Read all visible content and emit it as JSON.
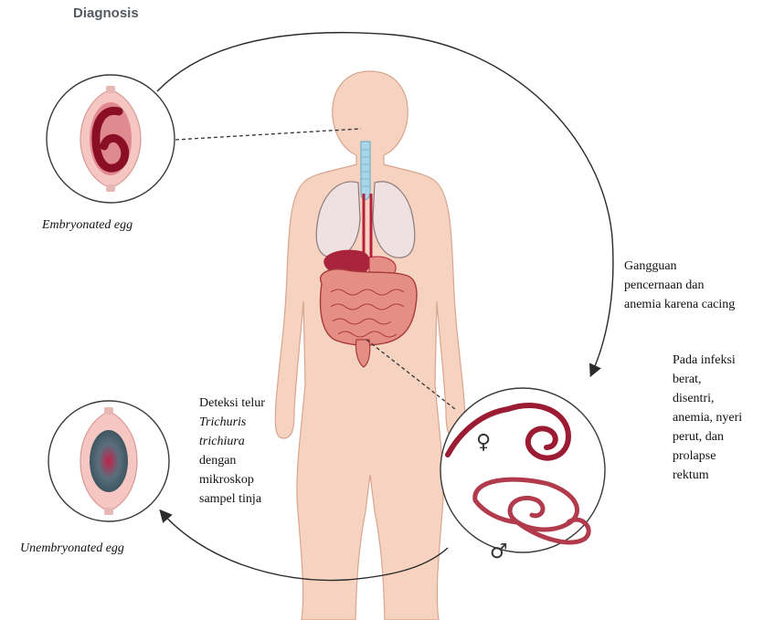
{
  "heading": "Diagnosis",
  "labels": {
    "embryonated_egg": "Embryonated egg",
    "unembryonated_egg": "Unembryonated egg",
    "symptoms": [
      "Gangguan",
      "pencernaan dan",
      "anemia karena cacing"
    ],
    "severe": [
      "Pada infeksi",
      "berat,",
      "disentri,",
      "anemia, nyeri",
      "perut, dan",
      "prolapse",
      "rektum"
    ],
    "detection": [
      "Deteksi telur"
    ],
    "detection_species": [
      "Trichuris",
      "trichiura"
    ],
    "detection_rest": [
      "dengan",
      "mikroskop",
      "sampel tinja"
    ],
    "female_symbol": "♀",
    "male_symbol": "♂"
  },
  "colors": {
    "skin": "#f6d3c1",
    "skin_outline": "#d8a58e",
    "worm": "#9b1b33",
    "egg": "#b5213d",
    "lung": "#efe0e2",
    "trachea": "#a9d6e8",
    "intestine": "#e58e84",
    "arrow": "#2a2a2a"
  }
}
